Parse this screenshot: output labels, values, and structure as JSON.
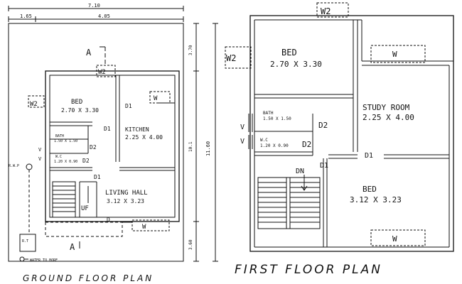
{
  "ground": {
    "caption": "GROUND FLOOR PLAN",
    "dims": {
      "overall_width": "7.10",
      "left_offset": "1.65",
      "plot_width": "4.05",
      "depth": "11.60",
      "front": "3.70",
      "mid": "10.1",
      "rear": "3.60"
    },
    "rooms": [
      {
        "name": "BED",
        "size": "2.70 X 3.30"
      },
      {
        "name": "KITCHEN",
        "size": "2.25 X 4.00"
      },
      {
        "name": "BATH",
        "size": "1.50 X 1.50"
      },
      {
        "name": "W.C",
        "size": "1.20 X 0.90"
      },
      {
        "name": "LIVING HALL",
        "size": "3.12 X 3.23"
      }
    ],
    "labels": {
      "section_top": "A",
      "section_bottom": "A",
      "w2_top": "W2",
      "w2_left": "W2",
      "w_kitchen": "W",
      "w_front": "W",
      "d1_a": "D1",
      "d1_b": "D1",
      "d1_c": "D1",
      "d2_a": "D2",
      "d2_b": "D2",
      "v_a": "V",
      "v_b": "V",
      "d_main": "D",
      "uf": "UF",
      "rwp": "R.W.P",
      "rt": "R.T",
      "water_bore": "WATER TO BORE"
    }
  },
  "first": {
    "caption": "FIRST FLOOR PLAN",
    "rooms": [
      {
        "name": "BED",
        "size": "2.70 X 3.30"
      },
      {
        "name": "STUDY ROOM",
        "size": "2.25 X 4.00"
      },
      {
        "name": "BATH",
        "size": "1.50 X 1.50"
      },
      {
        "name": "W.C",
        "size": "1.20 X 0.90"
      },
      {
        "name": "BED",
        "size": "3.12 X 3.23"
      }
    ],
    "labels": {
      "w2_top": "W2",
      "w2_left": "W2",
      "w_top": "W",
      "w_bottom": "W",
      "d2_a": "D2",
      "d2_b": "D2",
      "d1_a": "D1",
      "d1_b": "D1",
      "v_a": "V",
      "v_b": "V",
      "dn": "DN"
    }
  }
}
